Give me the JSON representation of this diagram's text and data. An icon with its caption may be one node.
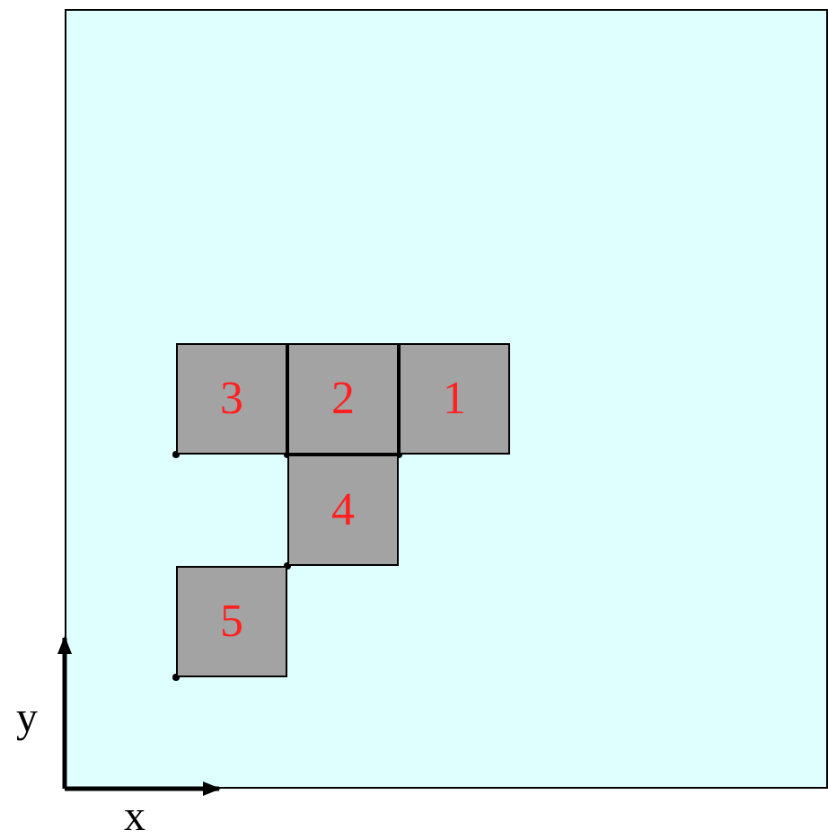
{
  "diagram": {
    "nodes": [
      {
        "text": [
          "3"
        ]
      },
      {
        "text": [
          "2"
        ]
      },
      {
        "text": [
          "1"
        ]
      },
      {
        "text": [
          "4"
        ]
      },
      {
        "text": [
          "5"
        ]
      }
    ],
    "labels": [
      "y",
      "x"
    ]
  }
}
